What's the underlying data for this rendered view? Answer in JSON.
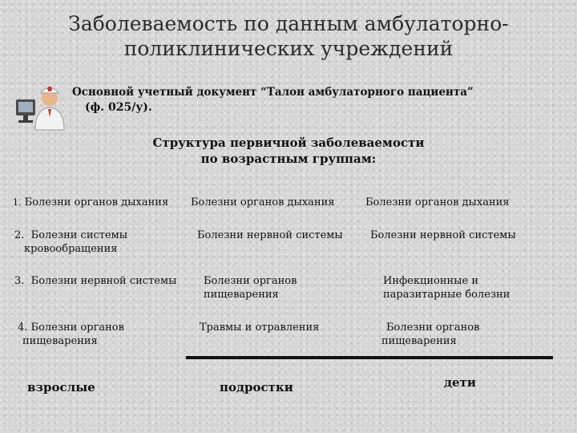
{
  "title": {
    "line1": "Заболеваемость по данным амбулаторно-",
    "line2": "поликлинических учреждений"
  },
  "document_note": {
    "line1": "Основной учетный документ “Талон амбулаторного пациента”",
    "line2": "(ф. 025/у)."
  },
  "subtitle": {
    "line1": "Структура первичной заболеваемости",
    "line2": "по возрастным группам:"
  },
  "columns": [
    {
      "items": [
        {
          "num": "1.",
          "line1": "Болезни органов дыхания",
          "line2": ""
        },
        {
          "num": "2.",
          "line1": "Болезни системы",
          "line2": "кровообращения"
        },
        {
          "num": "3.",
          "line1": "Болезни нервной системы",
          "line2": ""
        },
        {
          "num": "4.",
          "line1": "Болезни органов",
          "line2": "пищеварения"
        }
      ],
      "footer": "взрослые"
    },
    {
      "items": [
        {
          "line1": "Болезни органов дыхания",
          "line2": ""
        },
        {
          "line1": "Болезни нервной системы",
          "line2": ""
        },
        {
          "line1": "Болезни органов",
          "line2": "пищеварения"
        },
        {
          "line1": "Травмы и отравления",
          "line2": ""
        }
      ],
      "footer": "подростки"
    },
    {
      "items": [
        {
          "line1": "Болезни органов дыхания",
          "line2": ""
        },
        {
          "line1": "Болезни нервной системы",
          "line2": ""
        },
        {
          "line1": "Инфекционные и",
          "line2": "паразитарные болезни"
        },
        {
          "line1": "Болезни органов",
          "line2": "пищеварения"
        }
      ],
      "footer": "дети"
    }
  ],
  "icon": "doctor-at-computer-icon"
}
